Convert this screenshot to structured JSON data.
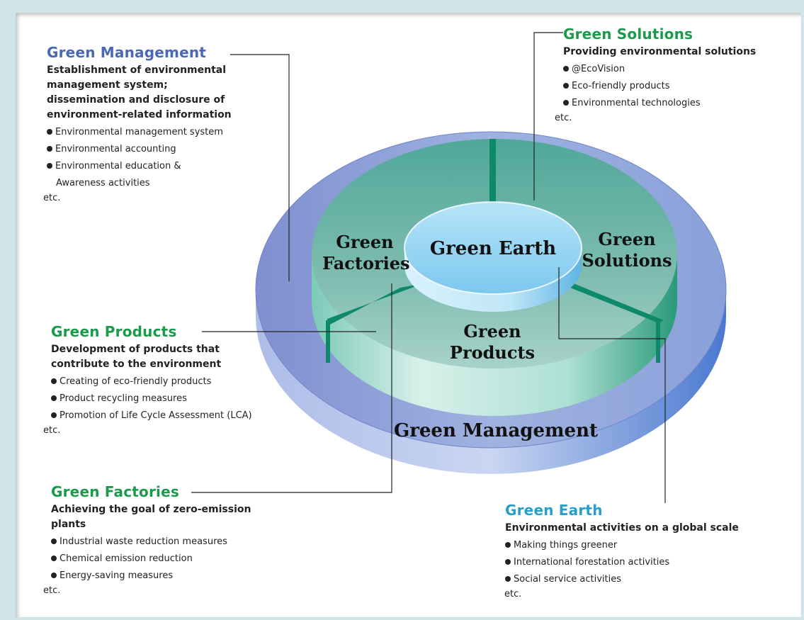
{
  "colors": {
    "management_title": "#4a68b4",
    "green_title": "#1c9a4c",
    "earth_title": "#2a9ec4"
  },
  "diagram_labels": {
    "earth": "Green Earth",
    "factories": "Green\nFactories",
    "solutions": "Green\nSolutions",
    "products": "Green\nProducts",
    "management": "Green Management"
  },
  "management": {
    "title": "Green Management",
    "subtitle": "Establishment of environmental management system;\ndissemination and disclosure of environment-related information",
    "items": [
      "Environmental management system",
      "Environmental accounting",
      "Environmental education & Awareness activities"
    ],
    "etc": "etc."
  },
  "solutions": {
    "title": "Green Solutions",
    "subtitle": "Providing environmental solutions",
    "items": [
      "@EcoVision",
      "Eco-friendly products",
      "Environmental technologies"
    ],
    "etc": "etc."
  },
  "products": {
    "title": "Green Products",
    "subtitle": "Development of products that\ncontribute to the environment",
    "items": [
      "Creating of eco-friendly products",
      "Product recycling measures",
      "Promotion of Life Cycle Assessment (LCA)"
    ],
    "etc": "etc."
  },
  "factories": {
    "title": "Green Factories",
    "subtitle": "Achieving the goal of zero-emission\nplants",
    "items": [
      "Industrial waste reduction measures",
      "Chemical emission reduction",
      "Energy-saving measures"
    ],
    "etc": "etc."
  },
  "earth": {
    "title": "Green Earth",
    "subtitle": "Environmental activities on a global scale",
    "items": [
      "Making things greener",
      "International forestation activities",
      "Social service activities"
    ],
    "etc": "etc."
  }
}
